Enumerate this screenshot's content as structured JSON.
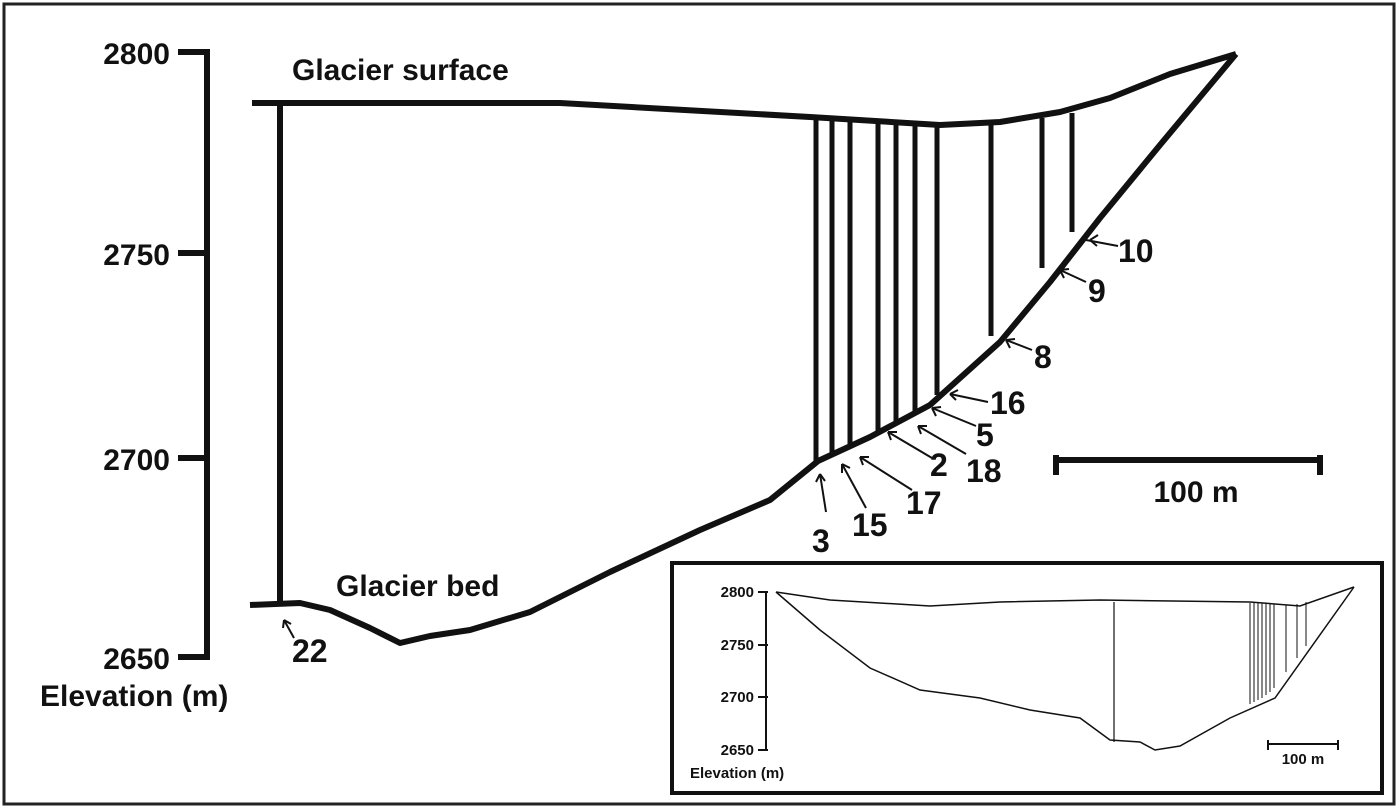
{
  "y_axis": {
    "ticks": [
      "2800",
      "2750",
      "2700",
      "2650"
    ],
    "label": "Elevation (m)"
  },
  "labels": {
    "glacier_surface": "Glacier surface",
    "glacier_bed": "Glacier bed",
    "scale_bar": "100 m"
  },
  "borehole_labels": [
    "10",
    "9",
    "8",
    "16",
    "5",
    "18",
    "2",
    "17",
    "15",
    "3",
    "22"
  ],
  "inset": {
    "ticks": [
      "2800",
      "2750",
      "2700",
      "2650"
    ],
    "label": "Elevation (m)",
    "scale_bar": "100 m"
  }
}
